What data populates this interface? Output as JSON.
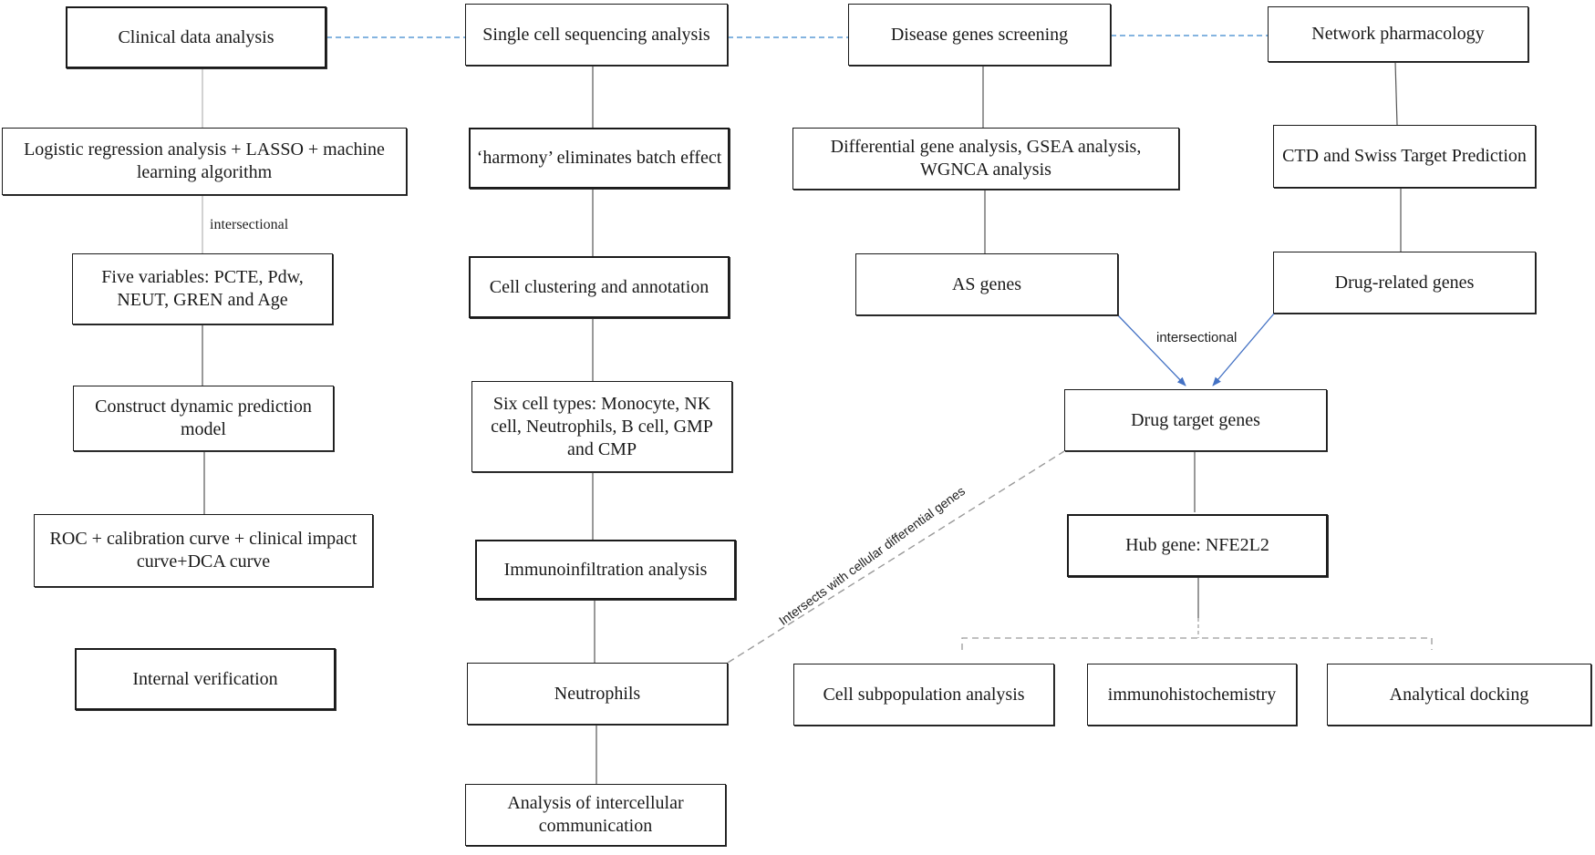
{
  "columns": {
    "clinical": {
      "header": "Clinical data analysis",
      "steps": [
        "Logistic regression analysis + LASSO + machine learning algorithm",
        "Five variables: PCTE, Pdw, NEUT, GREN and Age",
        "Construct dynamic prediction model",
        "ROC + calibration curve + clinical impact curve+DCA curve",
        "Internal verification"
      ],
      "edge_label": "intersectional"
    },
    "single_cell": {
      "header": "Single cell sequencing analysis",
      "steps": [
        "‘harmony’ eliminates batch effect",
        "Cell clustering and annotation",
        "Six cell types: Monocyte, NK cell, Neutrophils, B cell, GMP and CMP",
        "Immunoinfiltration analysis",
        "Neutrophils",
        "Analysis of intercellular communication"
      ]
    },
    "disease": {
      "header": "Disease genes screening",
      "steps": [
        "Differential gene analysis, GSEA analysis, WGNCA analysis",
        "AS genes"
      ]
    },
    "network": {
      "header": "Network pharmacology",
      "steps": [
        "CTD and Swiss Target Prediction",
        "Drug-related genes"
      ]
    }
  },
  "merge": {
    "label": "intersectional",
    "target": "Drug target genes",
    "hub": "Hub gene: NFE2L2",
    "cross_link_label": "Intersects with cellular differential genes",
    "outcomes": [
      "Cell subpopulation analysis",
      "immunohistochemistry",
      "Analytical docking"
    ]
  },
  "colors": {
    "header_link": "#5b9bd5",
    "arrow": "#4472c4",
    "dashed_gray": "#9a9a9a",
    "line": "#555555"
  }
}
